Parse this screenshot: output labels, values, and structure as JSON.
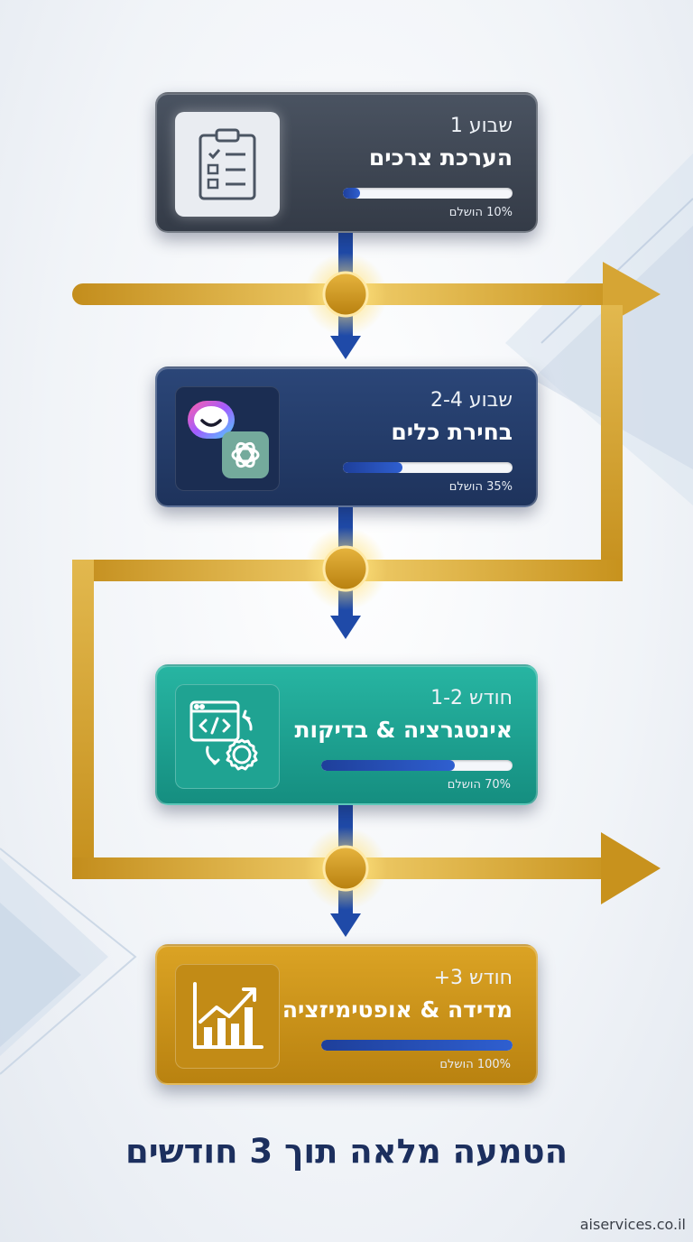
{
  "steps": [
    {
      "label": "שבוע 1",
      "title": "הערכת צרכים",
      "progress": 0.1,
      "progress_text": "10% הושלם",
      "icon": "clipboard-checklist-icon"
    },
    {
      "label": "שבוע 2-4",
      "title": "בחירת כלים",
      "progress": 0.35,
      "progress_text": "35% הושלם",
      "icon": "ai-tools-icon"
    },
    {
      "label": "חודש 1-2",
      "title": "אינטגרציה & בדיקות",
      "progress": 0.7,
      "progress_text": "70% הושלם",
      "icon": "code-gear-icon"
    },
    {
      "label": "חודש 3+",
      "title": "מדידה & אופטימיזציה",
      "progress": 1.0,
      "progress_text": "100% הושלם",
      "icon": "bar-chart-growth-icon"
    }
  ],
  "footer": {
    "title": "הטמעה מלאה תוך 3 חודשים",
    "site": "aiservices.co.il"
  },
  "colors": {
    "card_1": "#3d4552",
    "card_2": "#243c6b",
    "card_3": "#1fa392",
    "card_4": "#c8901a",
    "gold_arrow": "#d4a434",
    "blue_arrow": "#1f4aa8",
    "progress_fill": "#1e3f9a",
    "title_text": "#1c2f5e"
  }
}
